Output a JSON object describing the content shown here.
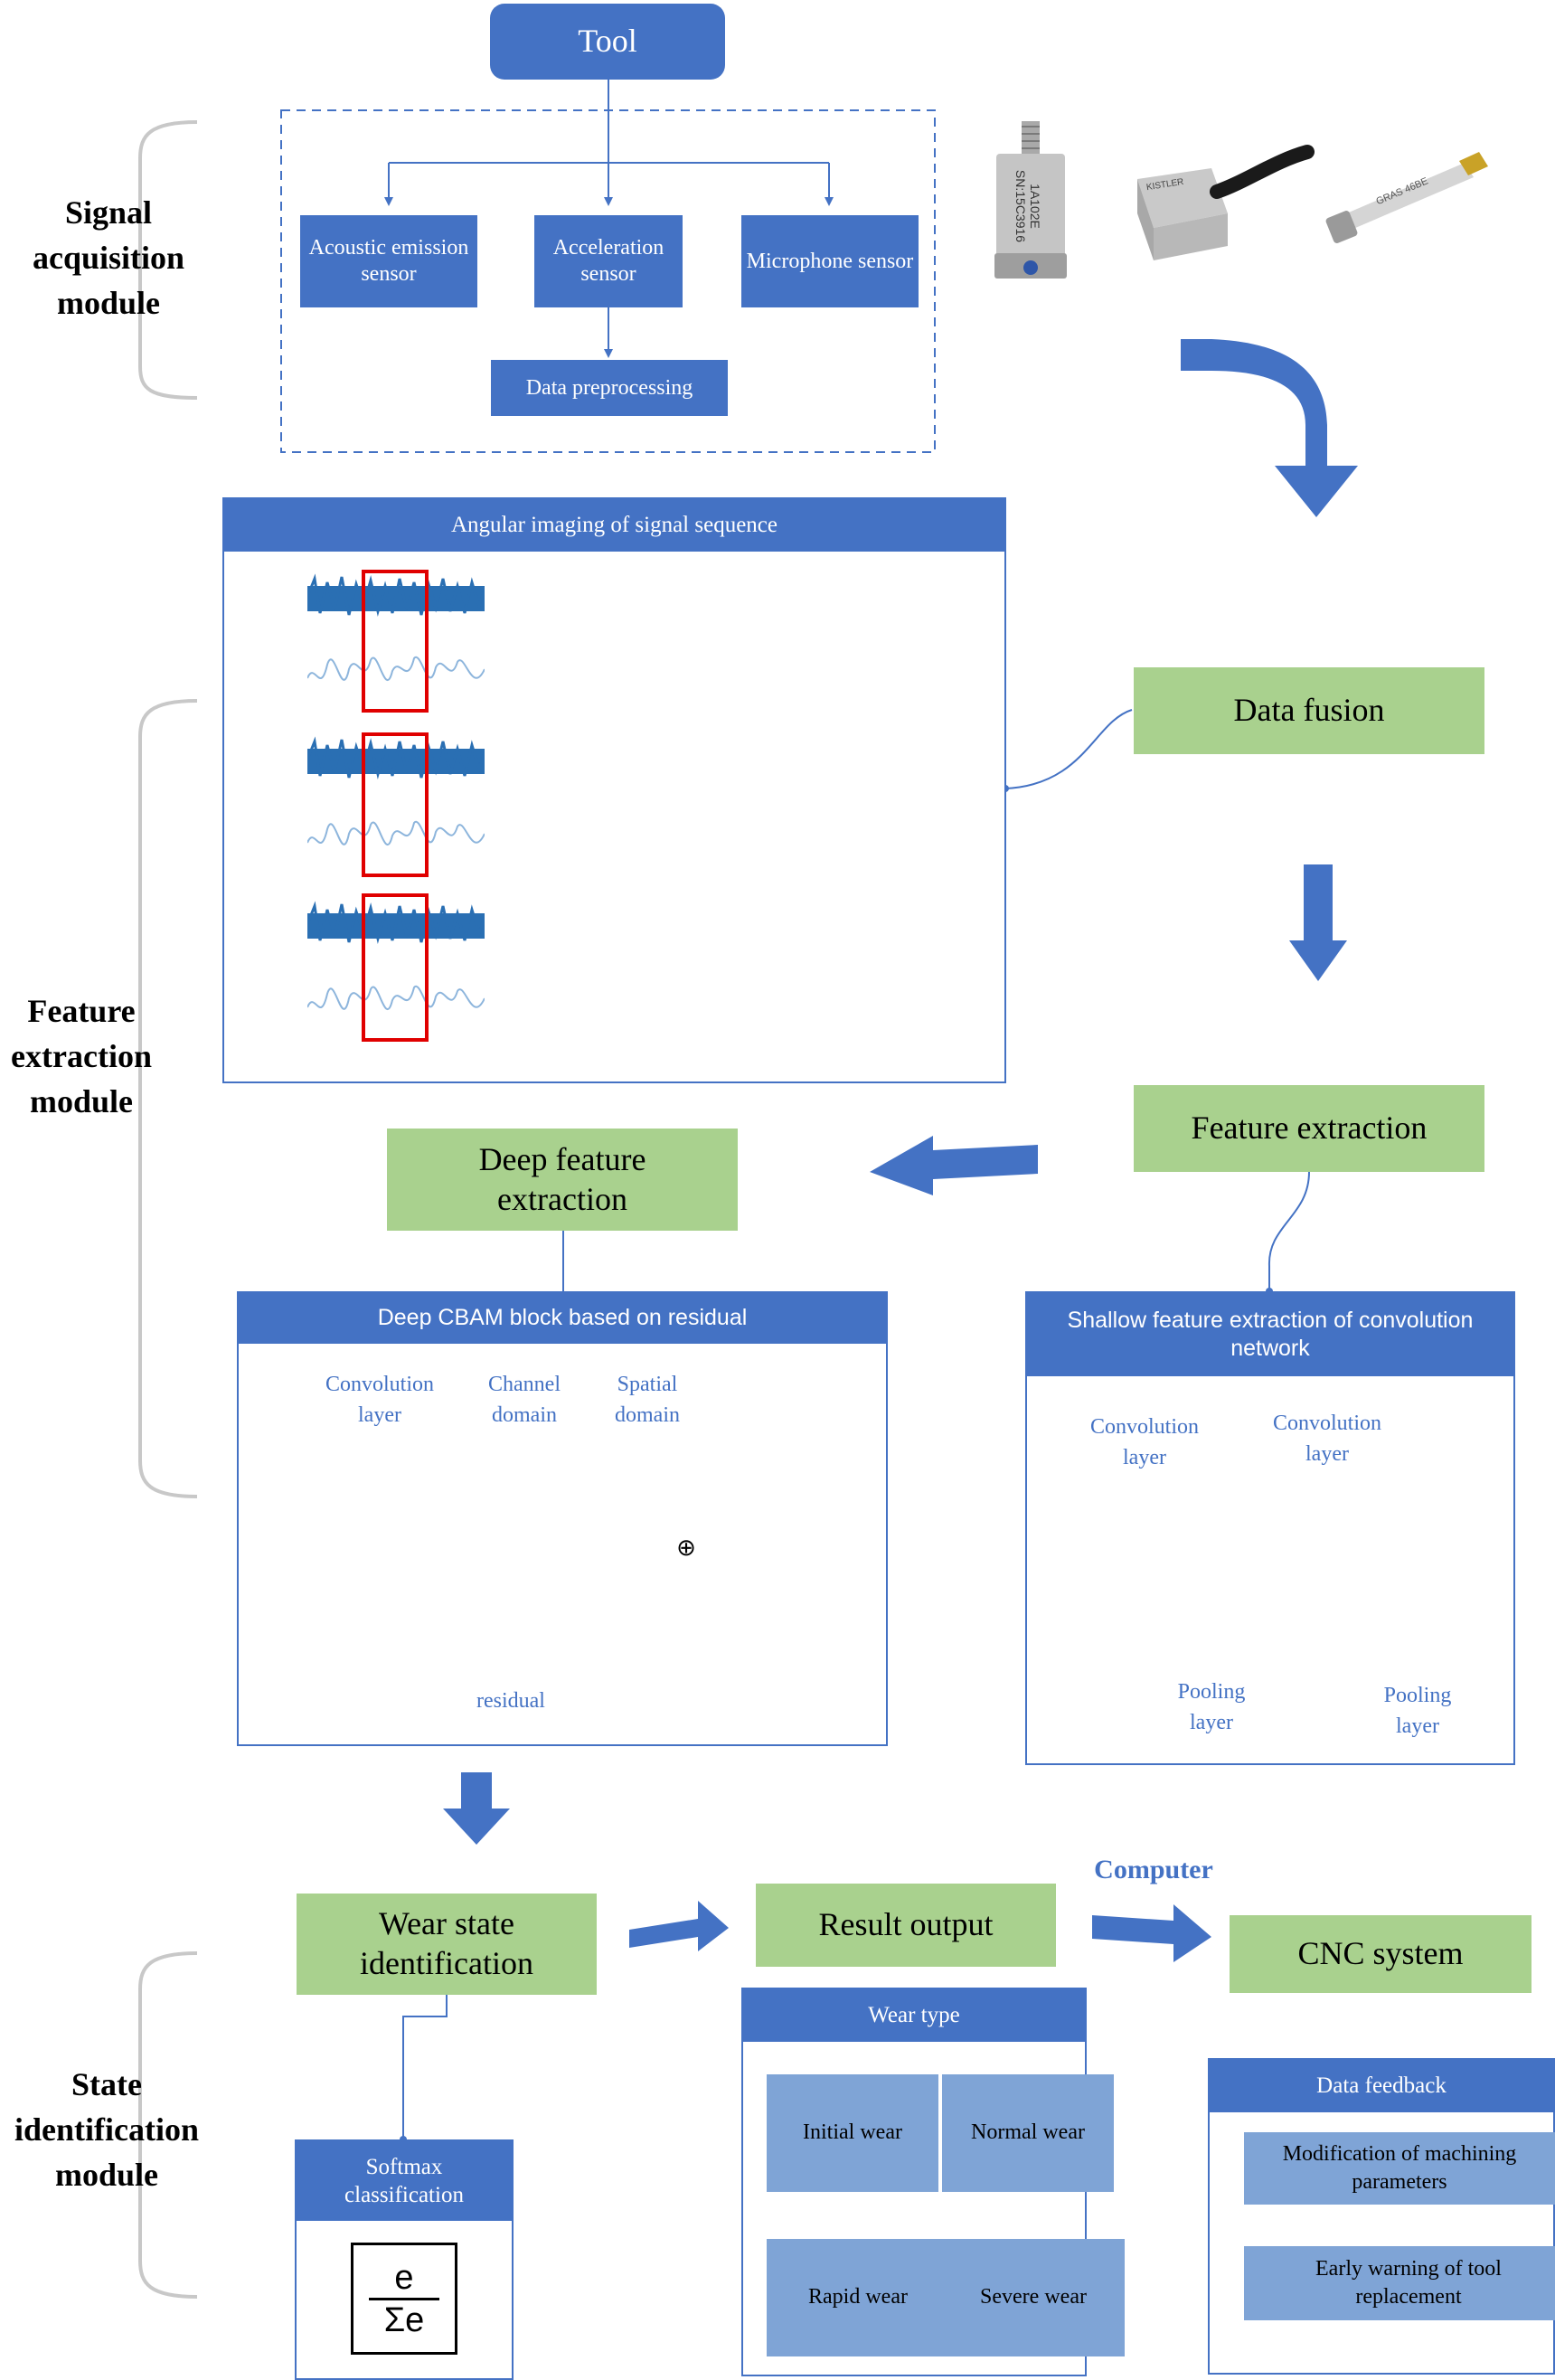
{
  "modules": {
    "signal": "Signal acquisition module",
    "feature": "Feature extraction module",
    "state": "State identification module"
  },
  "tool": "Tool",
  "sensors": {
    "acoustic": "Acoustic emission sensor",
    "acceleration": "Acceleration sensor",
    "microphone": "Microphone sensor"
  },
  "preprocessing": "Data preprocessing",
  "angular": {
    "title": "Angular imaging of signal sequence"
  },
  "data_fusion": "Data fusion",
  "feature_extraction": "Feature extraction",
  "deep_feature": "Deep feature extraction",
  "cbam": {
    "title": "Deep CBAM block based on residual",
    "conv": "Convolution layer",
    "channel": "Channel domain",
    "spatial": "Spatial domain",
    "residual": "residual",
    "oplus": "⊕"
  },
  "shallow": {
    "title": "Shallow feature extraction of convolution network",
    "conv1": "Convolution layer",
    "conv2": "Convolution layer",
    "pool1": "Pooling layer",
    "pool2": "Pooling layer"
  },
  "wear_state": "Wear state identification",
  "result_output": "Result output",
  "computer": "Computer",
  "cnc": "CNC system",
  "softmax": {
    "title": "Softmax classification",
    "num": "e",
    "den": "Σe"
  },
  "wear_type": {
    "title": "Wear type",
    "initial": "Initial wear",
    "normal": "Normal wear",
    "rapid": "Rapid wear",
    "severe": "Severe wear"
  },
  "feedback": {
    "title": "Data feedback",
    "modification": "Modification of machining parameters",
    "warning": "Early warning of tool replacement"
  },
  "sensor_images": {
    "left_text": "1A102E",
    "left_subtext": "SN:15C3916",
    "middle_text": "KISTLER",
    "right_text": "GRAS 46BE"
  },
  "colors": {
    "primary_blue": "#4472c4",
    "box_green": "#a9d18e",
    "light_blue": "#7fa4d6",
    "arrow_red": "#ff0000"
  }
}
